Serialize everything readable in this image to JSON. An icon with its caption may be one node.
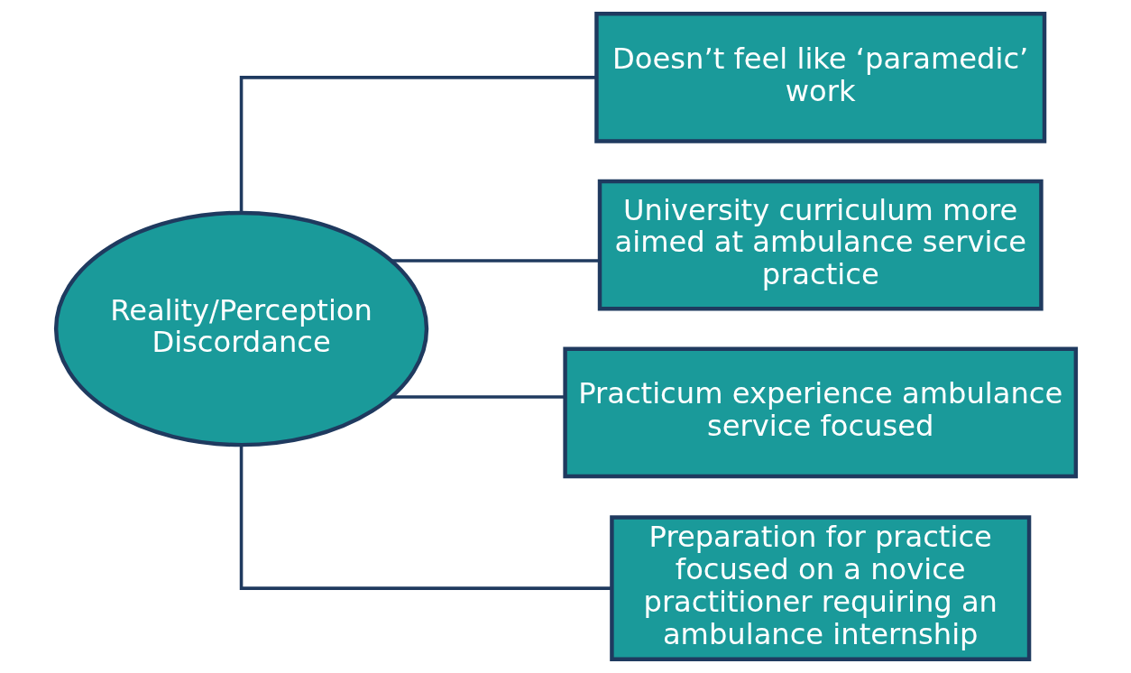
{
  "diagram": {
    "nodes": [
      {
        "text": [
          "Reality/Perception Discordance"
        ]
      },
      {
        "text": [
          "Doesn’t feel like ‘paramedic’ work"
        ]
      },
      {
        "text": [
          "University curriculum more aimed at ambulance service practice"
        ]
      },
      {
        "text": [
          "Practicum experience ambulance service focused"
        ]
      },
      {
        "text": [
          "Preparation for practice focused on a novice practitioner requiring an ambulance internship"
        ]
      }
    ],
    "edges": [
      {
        "from": 0,
        "to": 1,
        "arrow": "none"
      },
      {
        "from": 0,
        "to": 2,
        "arrow": "none"
      },
      {
        "from": 0,
        "to": 3,
        "arrow": "none"
      },
      {
        "from": 0,
        "to": 4,
        "arrow": "none"
      }
    ]
  }
}
